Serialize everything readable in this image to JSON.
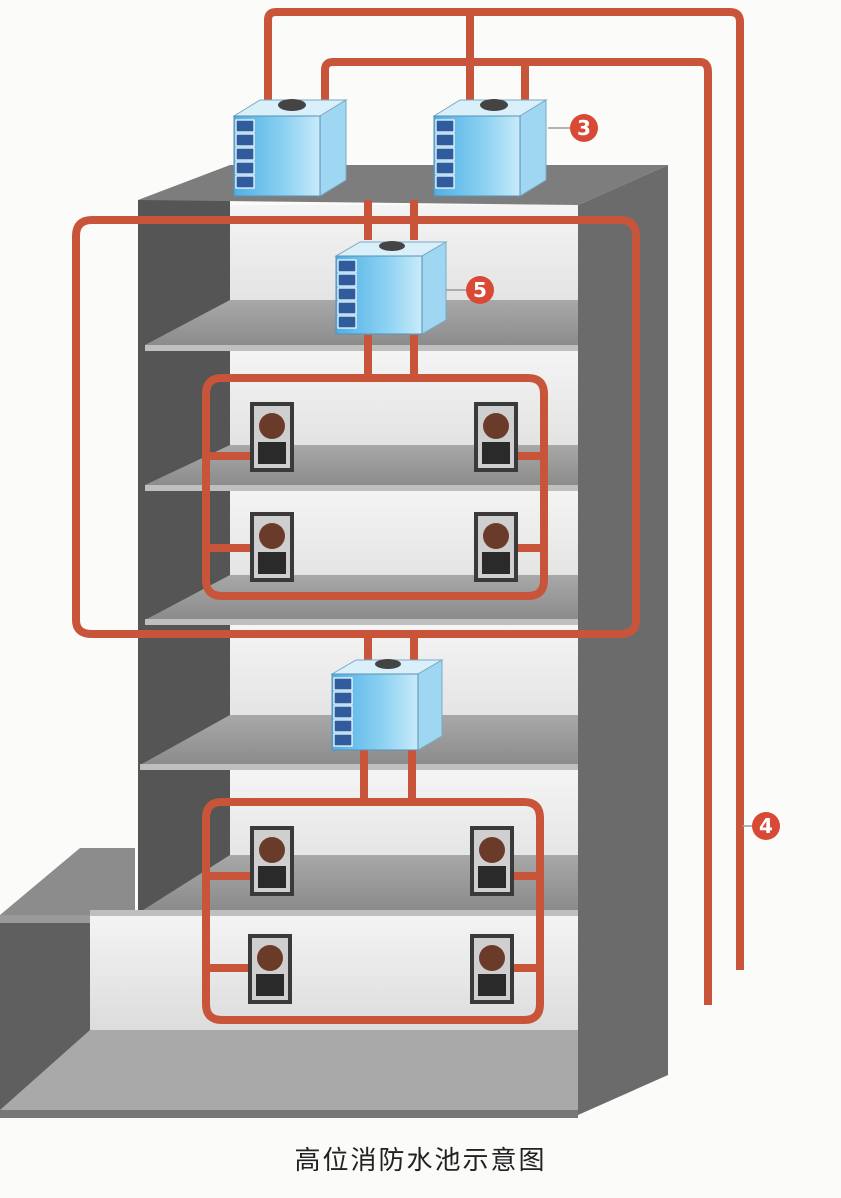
{
  "caption": "高位消防水池示意图",
  "callouts": {
    "roof_tank_label": "3",
    "riser_pipe_label": "4",
    "mid_tank_label": "5"
  },
  "colors": {
    "pipe": "#c8553a",
    "callout": "#d84a35",
    "wall_dark": "#5a5a5a",
    "wall_right": "#6e6e6e",
    "slab": "#9a9a9a",
    "floor": "#e9e9e9",
    "tank": "#7cc7ee"
  },
  "icons": {
    "water_tank": "water-tank-icon",
    "fire_hydrant_cabinet": "fire-hydrant-cabinet-icon",
    "pump": "pump-icon"
  }
}
